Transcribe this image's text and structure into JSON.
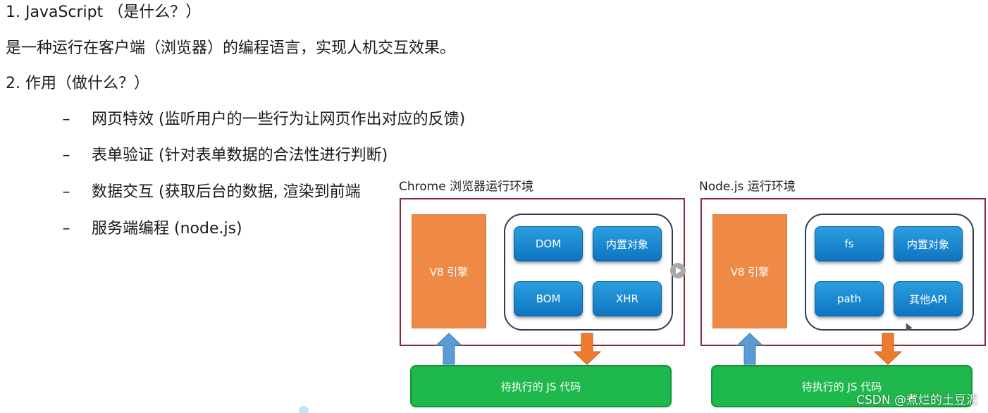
{
  "lines": {
    "heading1": "1. JavaScript （是什么？）",
    "definition": "是一种运行在客户端（浏览器）的编程语言，实现人机交互效果。",
    "heading2": "2. 作用（做什么？）"
  },
  "bullets": [
    {
      "dash": "–",
      "text": "网页特效 (监听用户的一些行为让网页作出对应的反馈)"
    },
    {
      "dash": "–",
      "text": "表单验证 (针对表单数据的合法性进行判断)"
    },
    {
      "dash": "–",
      "text": "数据交互 (获取后台的数据, 渲染到前端"
    },
    {
      "dash": "–",
      "text": "服务端编程 (node.js)"
    }
  ],
  "browser_env": {
    "title": "Chrome 浏览器运行环境",
    "engine": "V8 引擎",
    "apis": [
      "DOM",
      "内置对象",
      "BOM",
      "XHR"
    ],
    "code": "待执行的 JS 代码"
  },
  "node_env": {
    "title": "Node.js 运行环境",
    "engine": "V8 引擎",
    "apis": [
      "fs",
      "内置对象",
      "path",
      "其他API"
    ],
    "code": "待执行的 JS 代码"
  },
  "watermark": "CSDN @煮烂的土豆泥",
  "colors": {
    "frame": "#8b2a3a",
    "engine": "#ee8a45",
    "chip": "#1583cf",
    "code_bar": "#1fb84c",
    "arrow_up": "#5b9bd5",
    "arrow_down": "#ee7a30"
  }
}
